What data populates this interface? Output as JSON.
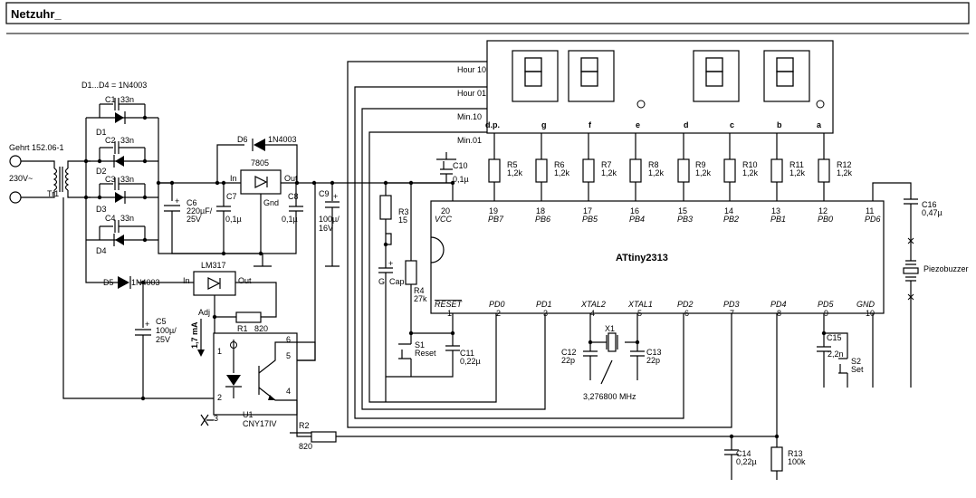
{
  "title": "Netzuhr_",
  "supply": {
    "transformer": "Gehrt 152.06-1",
    "mains": "230V~",
    "tr": "Tr1",
    "diodes_note": "D1...D4 = 1N4003"
  },
  "bridge": [
    {
      "d": "D1",
      "c": "C1",
      "cv": "33n"
    },
    {
      "d": "D2",
      "c": "C2",
      "cv": "33n"
    },
    {
      "d": "D3",
      "c": "C3",
      "cv": "33n"
    },
    {
      "d": "D4",
      "c": "C4",
      "cv": "33n"
    }
  ],
  "parts": {
    "c6": [
      "C6",
      "220µF/",
      "25V"
    ],
    "d6": [
      "D6",
      "1N4003"
    ],
    "reg": {
      "name": "7805",
      "in": "In",
      "out": "Out",
      "gnd": "Gnd"
    },
    "c7": [
      "C7",
      "0,1µ"
    ],
    "c8": [
      "C8",
      "0,1µ"
    ],
    "c9": [
      "C9",
      "100µ/",
      "16V"
    ],
    "c10": [
      "C10",
      "0,1µ"
    ],
    "d5": [
      "D5",
      "1N4003"
    ],
    "lm317": {
      "name": "LM317",
      "in": "In",
      "out": "Out",
      "adj": "Adj"
    },
    "r1": [
      "R1",
      "820"
    ],
    "current": "1,7 mA",
    "c5": [
      "C5",
      "100µ/",
      "25V"
    ],
    "u1": {
      "name": "U1",
      "type": "CNY17IV",
      "pins": [
        "1",
        "2",
        "3",
        "4",
        "5",
        "6"
      ]
    },
    "r2": [
      "R2",
      "820"
    ],
    "r3": [
      "R3",
      "15"
    ],
    "gcap": [
      "G",
      "Cap"
    ],
    "r4": [
      "R4",
      "27k"
    ],
    "s1": [
      "S1",
      "Reset"
    ],
    "c11": [
      "C11",
      "0,22µ"
    ],
    "c12": [
      "C12",
      "22p"
    ],
    "x1": "X1",
    "c13": [
      "C13",
      "22p"
    ],
    "crystal": "3,276800 MHz",
    "c15": [
      "C15",
      "2,2n"
    ],
    "s2": [
      "S2",
      "Set"
    ],
    "c14": [
      "C14",
      "0,22µ"
    ],
    "r13": [
      "R13",
      "100k"
    ],
    "c16": [
      "C16",
      "0,47µ"
    ],
    "buzzer": "Piezobuzzer"
  },
  "display": {
    "digit_lines": [
      "Hour 10",
      "Hour 01",
      "Min.10",
      "Min.01"
    ],
    "segments": [
      "d.p.",
      "g",
      "f",
      "e",
      "d",
      "c",
      "b",
      "a"
    ],
    "resistors": [
      [
        "R5",
        "1,2k"
      ],
      [
        "R6",
        "1,2k"
      ],
      [
        "R7",
        "1,2k"
      ],
      [
        "R8",
        "1,2k"
      ],
      [
        "R9",
        "1,2k"
      ],
      [
        "R10",
        "1,2k"
      ],
      [
        "R11",
        "1,2k"
      ],
      [
        "R12",
        "1,2k"
      ]
    ]
  },
  "mcu": {
    "name": "ATtiny2313",
    "top_pins": [
      {
        "n": "20",
        "name": "VCC"
      },
      {
        "n": "19",
        "name": "PB7"
      },
      {
        "n": "18",
        "name": "PB6"
      },
      {
        "n": "17",
        "name": "PB5"
      },
      {
        "n": "16",
        "name": "PB4"
      },
      {
        "n": "15",
        "name": "PB3"
      },
      {
        "n": "14",
        "name": "PB2"
      },
      {
        "n": "13",
        "name": "PB1"
      },
      {
        "n": "12",
        "name": "PB0"
      },
      {
        "n": "11",
        "name": "PD6"
      }
    ],
    "bottom_pins": [
      {
        "n": "1",
        "name": "RESET"
      },
      {
        "n": "2",
        "name": "PD0"
      },
      {
        "n": "3",
        "name": "PD1"
      },
      {
        "n": "4",
        "name": "XTAL2"
      },
      {
        "n": "5",
        "name": "XTAL1"
      },
      {
        "n": "6",
        "name": "PD2"
      },
      {
        "n": "7",
        "name": "PD3"
      },
      {
        "n": "8",
        "name": "PD4"
      },
      {
        "n": "9",
        "name": "PD5"
      },
      {
        "n": "10",
        "name": "GND"
      }
    ]
  }
}
